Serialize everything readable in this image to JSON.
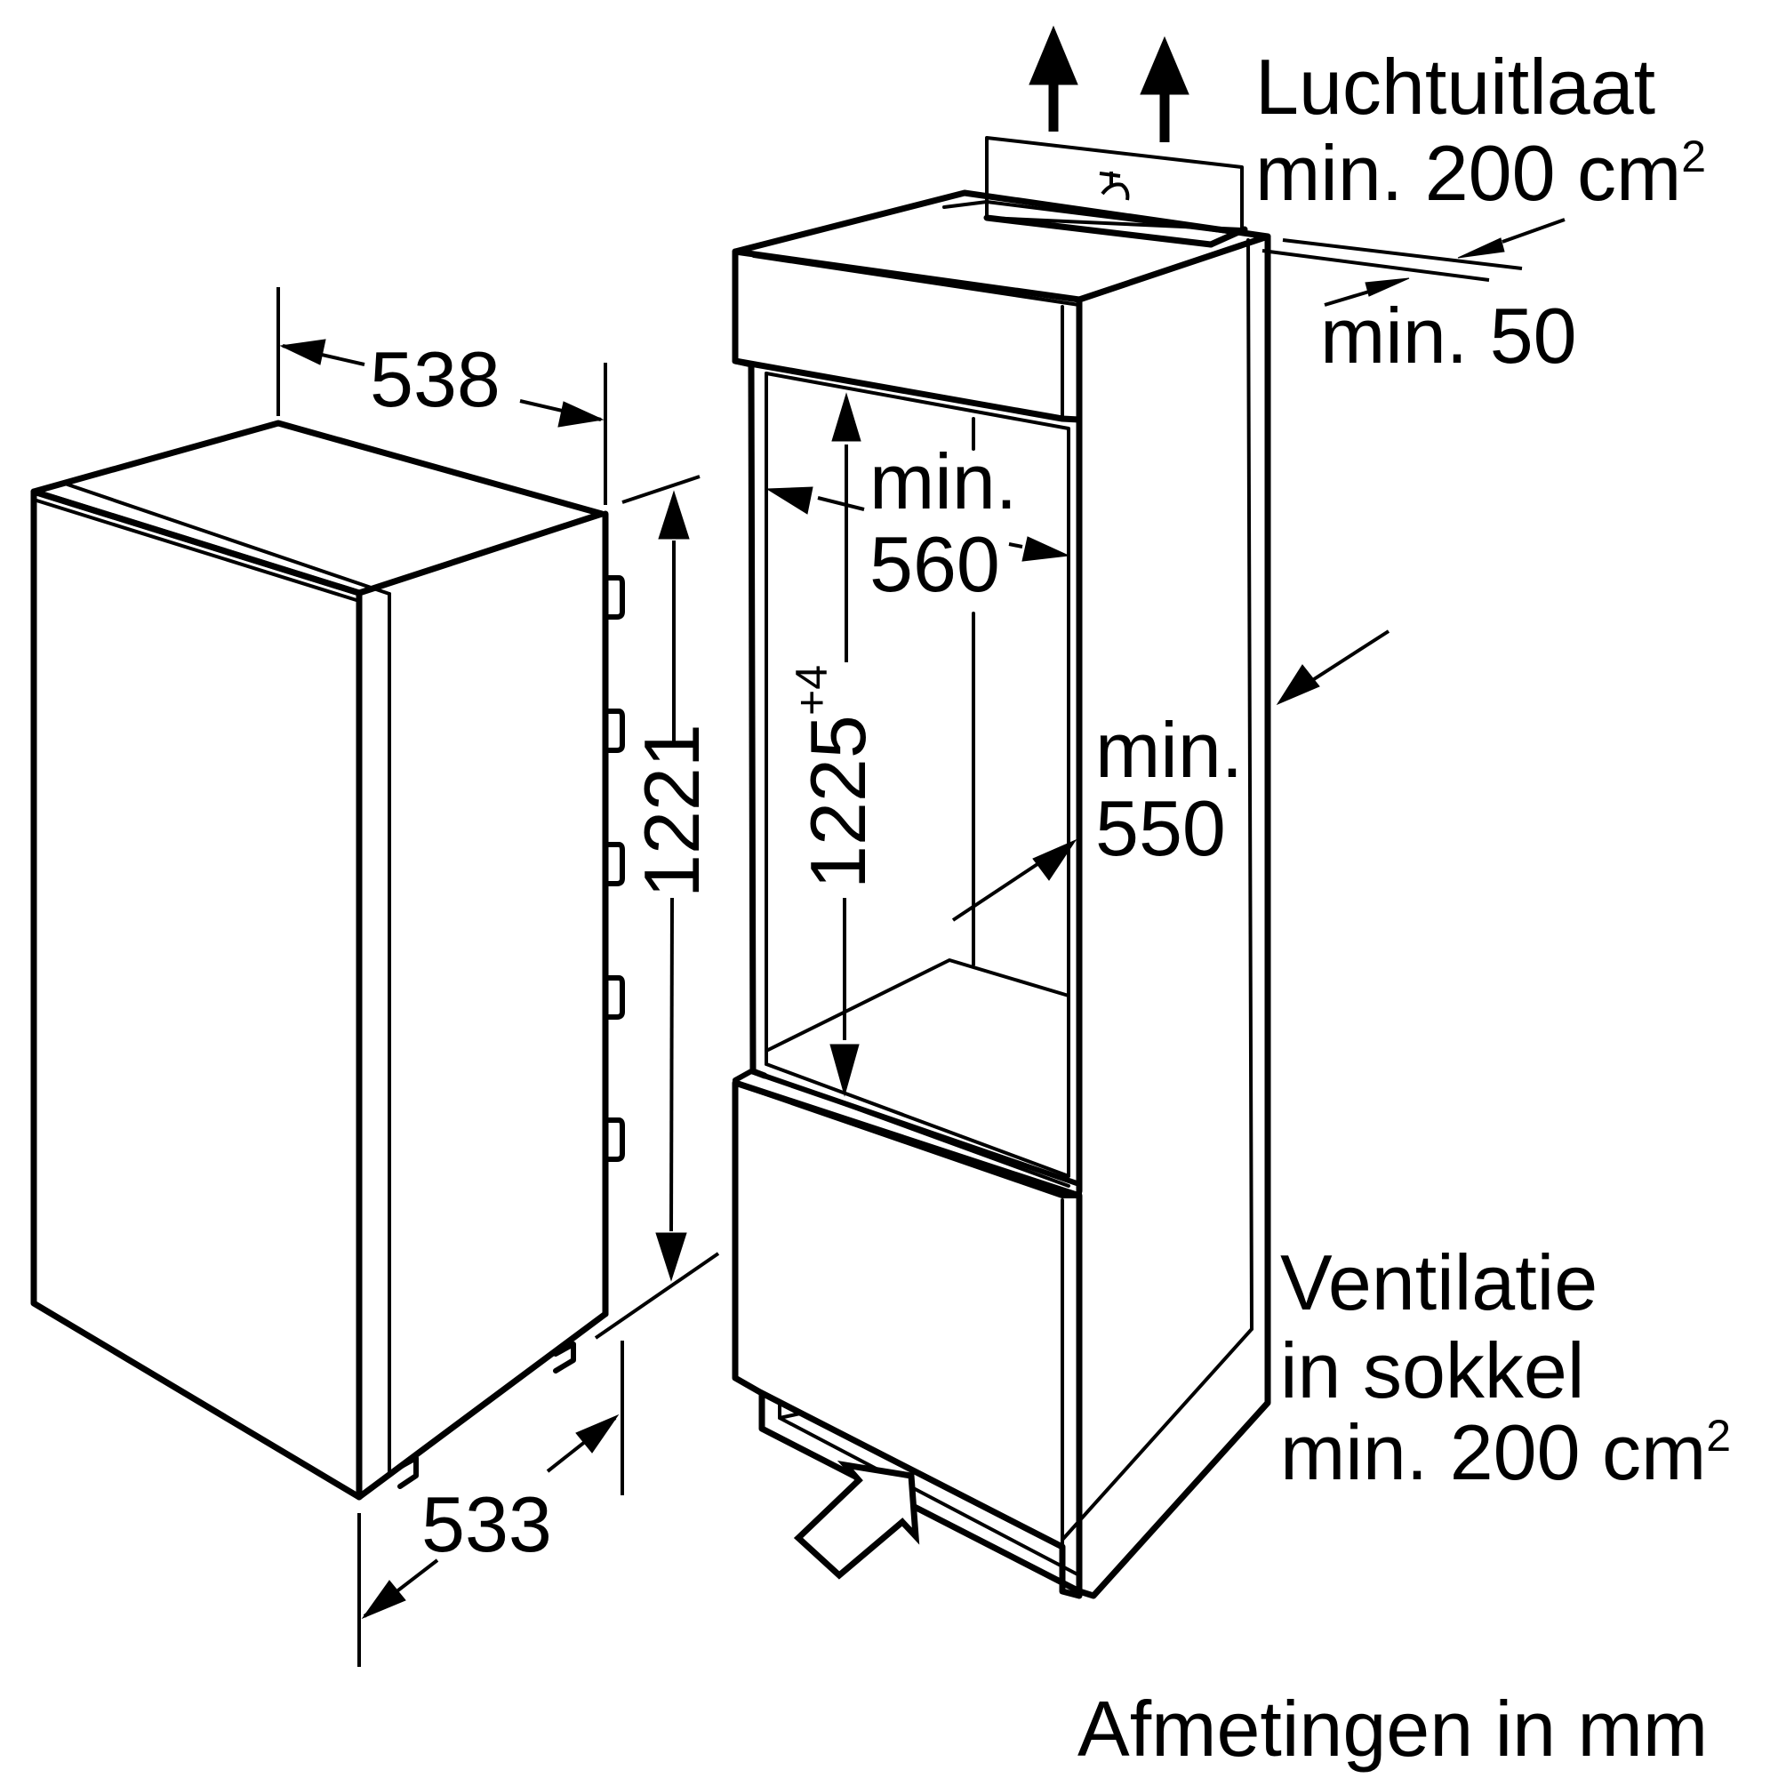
{
  "colors": {
    "line": "#000000",
    "background": "#ffffff"
  },
  "appliance": {
    "width": "538",
    "depth": "533",
    "height": "1221"
  },
  "niche": {
    "height_value": "1225",
    "height_tolerance": "+4",
    "width_label": "min.",
    "width_value": "560",
    "depth_label": "min.",
    "depth_value": "550"
  },
  "air_outlet": {
    "title": "Luchtuitlaat",
    "area_value": "min. 200 cm",
    "area_unit_exponent": "2",
    "gap_value": "min. 50"
  },
  "ventilation": {
    "line1": "Ventilatie",
    "line2": "in sokkel",
    "area_value": "min. 200 cm",
    "area_unit_exponent": "2"
  },
  "footer": {
    "units_note": "Afmetingen in mm"
  }
}
